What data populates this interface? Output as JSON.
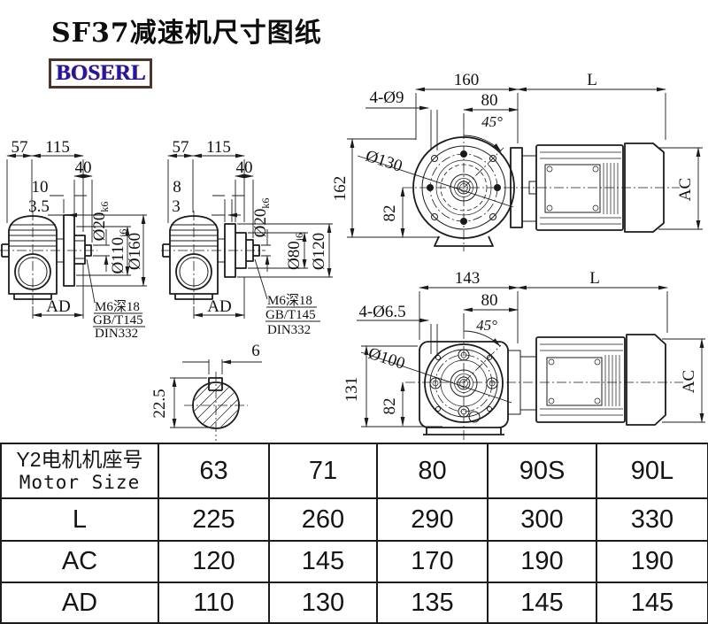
{
  "title": "SF37减速机尺寸图纸",
  "brand": "BOSERL",
  "sideA": {
    "w57": "57",
    "w115": "115",
    "w40": "40",
    "t10": "10",
    "t35": "3.5",
    "shaft": "Ø20",
    "shaftTol": "k6",
    "spigot": "Ø110",
    "spigotTol": "j6",
    "flange": "Ø160",
    "ad": "AD",
    "note1": "M6深18",
    "note2": "GB/T145",
    "note3": "DIN332"
  },
  "sideB": {
    "w57": "57",
    "w115": "115",
    "w40": "40",
    "t8": "8",
    "t3": "3",
    "shaft": "Ø20",
    "shaftTol": "k6",
    "spigot": "Ø80",
    "spigotTol": "j6",
    "flange": "Ø120",
    "ad": "AD",
    "note1": "M6深18",
    "note2": "GB/T145",
    "note3": "DIN332"
  },
  "keySection": {
    "keyWidth": "6",
    "keyDepth": "22.5"
  },
  "frontTop": {
    "w160": "160",
    "l": "L",
    "holes": "4-Ø9",
    "w80": "80",
    "angle": "45°",
    "bolt": "Ø130",
    "h162": "162",
    "h82": "82",
    "ac": "AC"
  },
  "frontBottom": {
    "w143": "143",
    "l": "L",
    "holes": "4-Ø6.5",
    "w80": "80",
    "angle": "45°",
    "bolt": "Ø100",
    "h131": "131",
    "h82": "82",
    "ac": "AC"
  },
  "table": {
    "headerZh": "Y2电机机座号",
    "headerEn": "Motor Size",
    "columns": [
      "63",
      "71",
      "80",
      "90S",
      "90L"
    ],
    "rows": [
      {
        "label": "L",
        "values": [
          "225",
          "260",
          "290",
          "300",
          "330"
        ]
      },
      {
        "label": "AC",
        "values": [
          "120",
          "145",
          "170",
          "190",
          "190"
        ]
      },
      {
        "label": "AD",
        "values": [
          "110",
          "130",
          "135",
          "145",
          "145"
        ]
      }
    ]
  },
  "colors": {
    "line": "#1b1b1b",
    "brand_text": "#1d19a6",
    "brand_border": "#4b3429"
  }
}
